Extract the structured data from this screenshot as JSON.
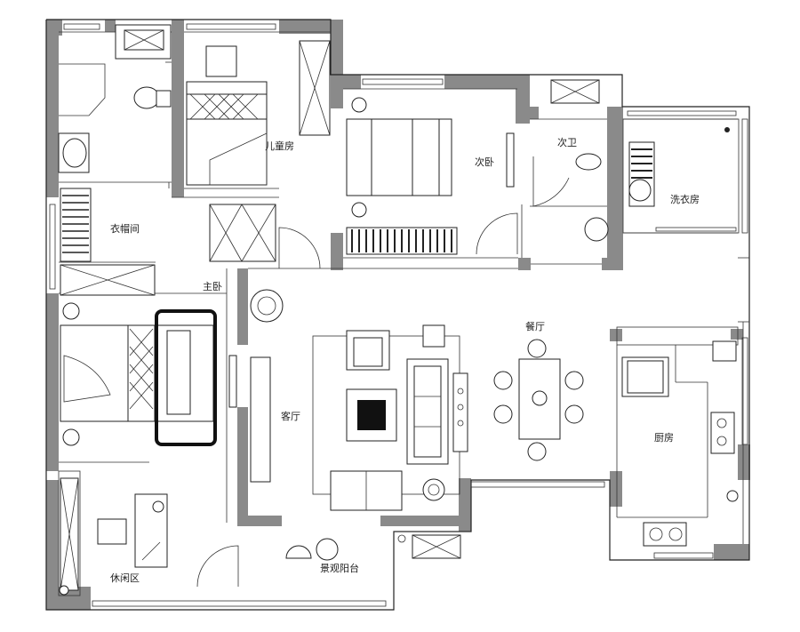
{
  "rooms": {
    "children_room": "儿童房",
    "second_bedroom": "次卧",
    "second_bath": "次卫",
    "laundry": "洗衣房",
    "cloakroom": "衣帽间",
    "master_bedroom": "主卧",
    "dining": "餐厅",
    "living": "客厅",
    "kitchen": "厨房",
    "study": "休闲区",
    "balcony": "景观阳台"
  },
  "colors": {
    "wall": "#8a8a8a",
    "line": "#222222",
    "background": "#ffffff"
  }
}
